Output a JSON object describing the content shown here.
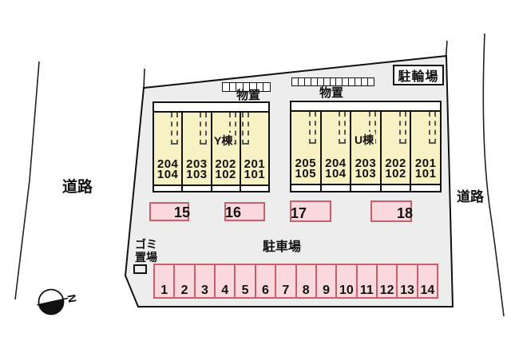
{
  "colors": {
    "site_fill": "#EDEDED",
    "building_fill": "#F7F1C3",
    "stall_fill": "#FAD9DE",
    "stall_border": "#C95F6A",
    "line": "#111111"
  },
  "labels": {
    "road_left": "道路",
    "road_right": "道路",
    "parking_lot": "駐車場",
    "bicycle_parking": "駐輪場",
    "garbage_line1": "ゴミ",
    "garbage_line2": "置場",
    "storage_left": "物置",
    "storage_right": "物置",
    "compass_north": "N"
  },
  "storage": {
    "left_cells": 7,
    "right_cells": 13
  },
  "buildings": [
    {
      "name": "Y棟",
      "units": [
        {
          "upper": "204",
          "lower": "104"
        },
        {
          "upper": "203",
          "lower": "103"
        },
        {
          "upper": "202",
          "lower": "102"
        },
        {
          "upper": "201",
          "lower": "101"
        }
      ]
    },
    {
      "name": "U棟",
      "units": [
        {
          "upper": "205",
          "lower": "105"
        },
        {
          "upper": "204",
          "lower": "104"
        },
        {
          "upper": "203",
          "lower": "103"
        },
        {
          "upper": "202",
          "lower": "102"
        },
        {
          "upper": "201",
          "lower": "101"
        }
      ]
    }
  ],
  "parking_boxes": [
    {
      "number": "15",
      "align": "right"
    },
    {
      "number": "16",
      "align": "left"
    },
    {
      "number": "17",
      "align": "left"
    },
    {
      "number": "18",
      "align": "right"
    }
  ],
  "parking_stalls": [
    "1",
    "2",
    "3",
    "4",
    "5",
    "6",
    "7",
    "8",
    "9",
    "10",
    "11",
    "12",
    "13",
    "14"
  ]
}
